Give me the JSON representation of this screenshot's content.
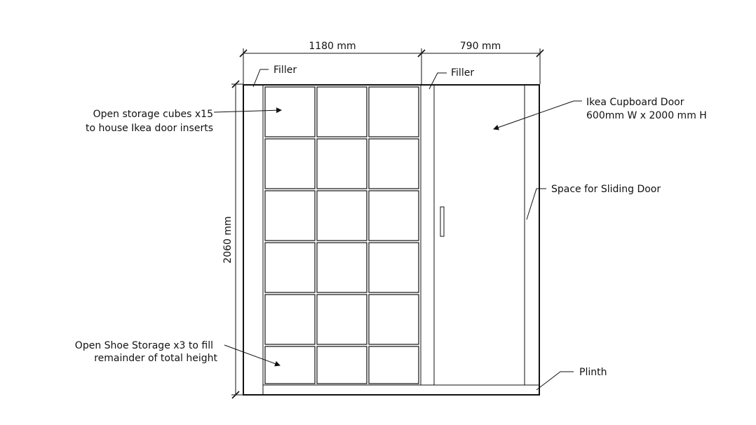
{
  "dimensions": {
    "width_left": "1180 mm",
    "width_right": "790 mm",
    "height": "2060 mm"
  },
  "labels": {
    "filler_left": "Filler",
    "filler_right": "Filler",
    "storage_cubes_line1": "Open storage cubes x15",
    "storage_cubes_line2": "to house Ikea door inserts",
    "shoe_storage_line1": "Open Shoe Storage x3 to fill",
    "shoe_storage_line2": "remainder of total height",
    "cupboard_door_line1": "Ikea Cupboard Door",
    "cupboard_door_line2": "600mm W x 2000 mm H",
    "sliding_door_space": "Space for Sliding Door",
    "plinth": "Plinth"
  },
  "structure": {
    "storage_columns": 3,
    "storage_cube_rows": 5,
    "shoe_storage_rows": 1
  },
  "colors": {
    "line": "#111111",
    "background": "#ffffff"
  }
}
